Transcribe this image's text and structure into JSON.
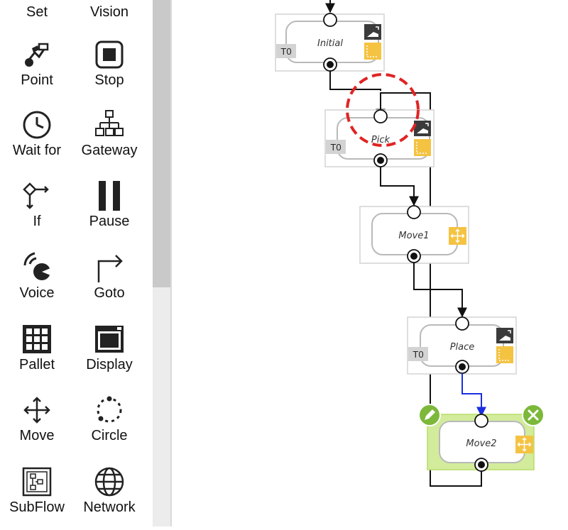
{
  "palette": {
    "items": [
      {
        "label": "Set",
        "icon": "set-icon"
      },
      {
        "label": "Vision",
        "icon": "vision-icon"
      },
      {
        "label": "Point",
        "icon": "point-icon"
      },
      {
        "label": "Stop",
        "icon": "stop-icon"
      },
      {
        "label": "Wait for",
        "icon": "clock-icon"
      },
      {
        "label": "Gateway",
        "icon": "gateway-icon"
      },
      {
        "label": "If",
        "icon": "if-icon"
      },
      {
        "label": "Pause",
        "icon": "pause-icon"
      },
      {
        "label": "Voice",
        "icon": "voice-icon"
      },
      {
        "label": "Goto",
        "icon": "goto-icon"
      },
      {
        "label": "Pallet",
        "icon": "pallet-icon"
      },
      {
        "label": "Display",
        "icon": "display-icon"
      },
      {
        "label": "Move",
        "icon": "move-icon"
      },
      {
        "label": "Circle",
        "icon": "circle-icon"
      },
      {
        "label": "SubFlow",
        "icon": "subflow-icon"
      },
      {
        "label": "Network",
        "icon": "network-icon"
      }
    ]
  },
  "flow": {
    "nodes": [
      {
        "name": "Initial",
        "tag": "T0"
      },
      {
        "name": "Pick",
        "tag": "T0"
      },
      {
        "name": "Move1",
        "tag": ""
      },
      {
        "name": "Place",
        "tag": "T0"
      },
      {
        "name": "Move2",
        "tag": ""
      }
    ]
  },
  "colors": {
    "accent_green": "#7cb83a",
    "selection_fill": "#d2ec9b",
    "highlight_red": "#e02424",
    "selected_edge_blue": "#1a2fe0",
    "badge_yellow": "#f5c342"
  }
}
